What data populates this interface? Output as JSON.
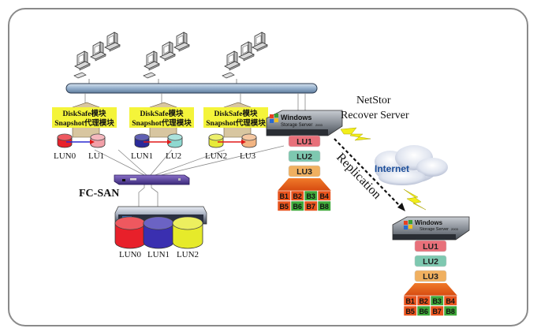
{
  "diagram": {
    "agent_modules": [
      {
        "line1": "DiskSafe模块",
        "line2": "Snapshot代理模块",
        "lun": "LUN0",
        "lu": "LU1",
        "lun_color": "#e8202a",
        "lu_color": "#f2a0a8"
      },
      {
        "line1": "DiskSafe模块",
        "line2": "Snapshot代理模块",
        "lun": "LUN1",
        "lu": "LU2",
        "lun_color": "#2a2a9a",
        "lu_color": "#8ed8d0"
      },
      {
        "line1": "DiskSafe模块",
        "line2": "Snapshot代理模块",
        "lun": "LUN2",
        "lu": "LU3",
        "lun_color": "#e6ea3a",
        "lu_color": "#f2b482"
      }
    ],
    "fc_san_label": "FC-SAN",
    "storage_luns": [
      {
        "label": "LUN0",
        "color": "#e8202a"
      },
      {
        "label": "LUN1",
        "color": "#3a2fb0"
      },
      {
        "label": "LUN2",
        "color": "#e6ea2a"
      }
    ],
    "recover_server": {
      "title_line1": "NetStor",
      "title_line2": "Recover Server",
      "os_line1": "Windows",
      "os_line2": "Storage Server",
      "os_version": "2003"
    },
    "remote_server": {
      "os_line1": "Windows",
      "os_line2": "Storage Server",
      "os_version": "2003"
    },
    "lu_stack": [
      {
        "label": "LU1",
        "color": "#e8707a"
      },
      {
        "label": "LU2",
        "color": "#7ec8b0"
      },
      {
        "label": "LU3",
        "color": "#f0b060"
      }
    ],
    "blocks": [
      {
        "label": "B1",
        "color": "#e8541e"
      },
      {
        "label": "B2",
        "color": "#e8541e"
      },
      {
        "label": "B3",
        "color": "#3fa83a"
      },
      {
        "label": "B4",
        "color": "#e8541e"
      },
      {
        "label": "B5",
        "color": "#e8541e"
      },
      {
        "label": "B6",
        "color": "#3fa83a"
      },
      {
        "label": "B7",
        "color": "#e8541e"
      },
      {
        "label": "B8",
        "color": "#3fa83a"
      }
    ],
    "internet_label": "Internet",
    "replication_label": "Replication",
    "colors": {
      "module_bg": "#f4f43a",
      "network_bar": "#9ab4d0",
      "internet_text": "#1d4f9a",
      "lightning": "#f2ee1a",
      "frame": "#8a8a8a"
    }
  }
}
